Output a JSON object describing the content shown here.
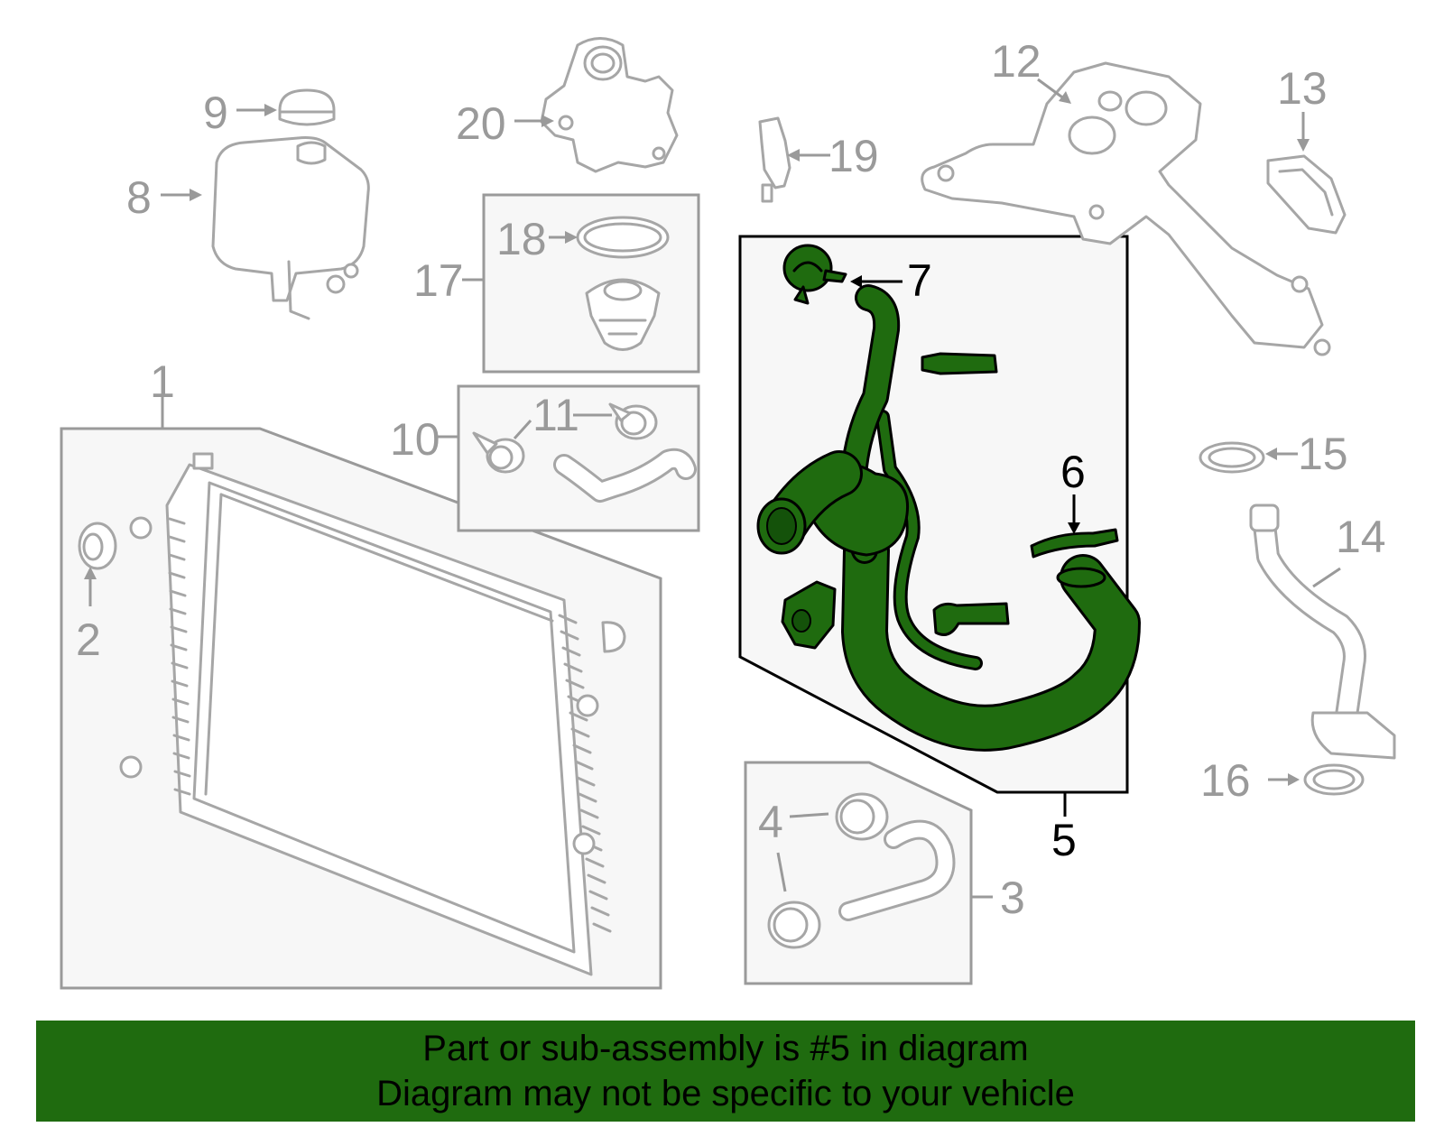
{
  "callouts": {
    "c1": "1",
    "c2": "2",
    "c3": "3",
    "c4": "4",
    "c5": "5",
    "c6": "6",
    "c7": "7",
    "c8": "8",
    "c9": "9",
    "c10": "10",
    "c11": "11",
    "c12": "12",
    "c13": "13",
    "c14": "14",
    "c15": "15",
    "c16": "16",
    "c17": "17",
    "c18": "18",
    "c19": "19",
    "c20": "20"
  },
  "highlighted_part": "5",
  "colors": {
    "highlight": "#1f6b0f",
    "part_outline": "#a6a6a6",
    "label_gray": "#9a9a9a"
  },
  "banner": {
    "line1": "Part or sub-assembly is #5 in diagram",
    "line2": "Diagram may not be specific to your vehicle"
  }
}
